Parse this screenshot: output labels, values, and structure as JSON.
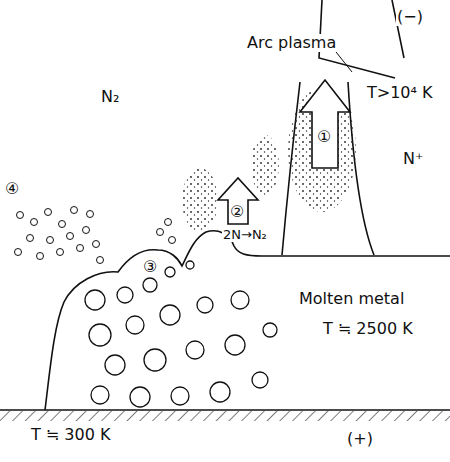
{
  "diagram": {
    "labels": [
      "(−)",
      "Arc plasma",
      "T>10⁴ K",
      "N₂",
      "N⁺",
      "①",
      "②",
      "2N→N₂",
      "Molten metal",
      "T ≒ 2500 K",
      "③",
      "④",
      "T ≒ 300 K",
      "(+)"
    ]
  }
}
